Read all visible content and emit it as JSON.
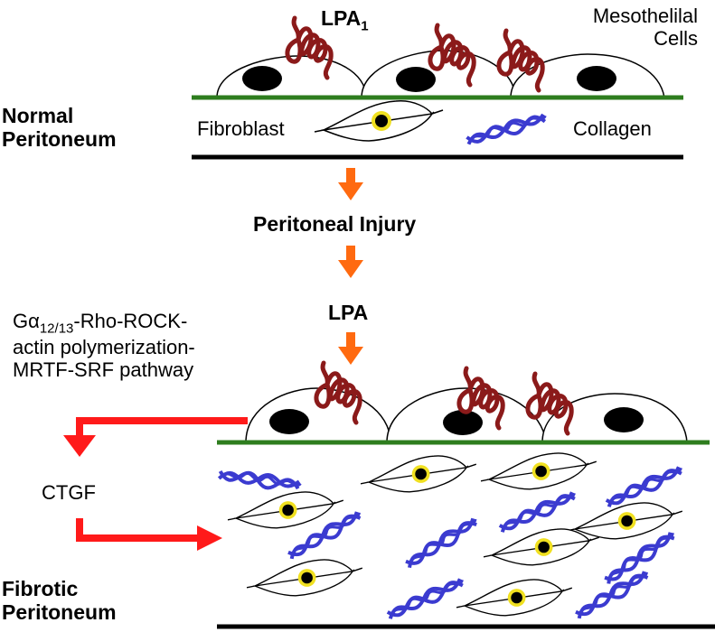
{
  "labels": {
    "lpa1_main": "LPA",
    "lpa1_sub": "1",
    "mesothelial_1": "Mesothelilal",
    "mesothelial_2": "Cells",
    "normal_1": "Normal",
    "normal_2": "Peritoneum",
    "fibroblast": "Fibroblast",
    "collagen": "Collagen",
    "injury": "Peritoneal Injury",
    "lpa": "LPA",
    "pathway_g": "Gα",
    "pathway_sub": "12/13",
    "pathway_rest1": "-Rho-ROCK-",
    "pathway_2": "actin polymerization-",
    "pathway_3": "MRTF-SRF pathway",
    "ctgf": "CTGF",
    "fibrotic_1": "Fibrotic",
    "fibrotic_2": "Peritoneum"
  },
  "colors": {
    "receptor": "#8b1a1a",
    "membrane": "#2e7d1e",
    "collagen": "#3b3bd0",
    "arrow_orange": "#ff6a10",
    "arrow_red": "#ff1a1a",
    "nucleus_ring": "#f0e020"
  }
}
